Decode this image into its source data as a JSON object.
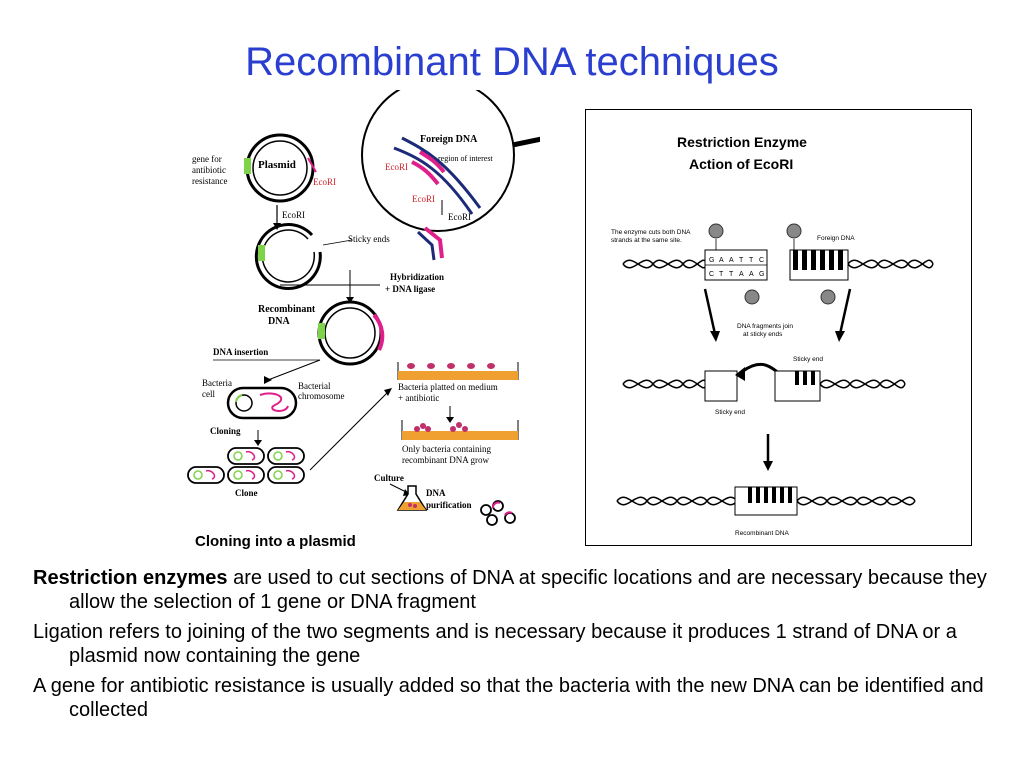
{
  "title": "Recombinant DNA techniques",
  "left_diagram": {
    "gene_label": [
      "gene for",
      "antibiotic",
      "resistance"
    ],
    "plasmid": "Plasmid",
    "ecori": "EcoRI",
    "foreign_dna": "Foreign DNA",
    "region_of_interest": "region of interest",
    "sticky_ends": "Sticky ends",
    "hybridization": [
      "Hybridization",
      "+ DNA ligase"
    ],
    "recombinant_dna": [
      "Recombinant",
      "DNA"
    ],
    "dna_insertion": "DNA insertion",
    "bacteria_cell": [
      "Bacteria",
      "cell"
    ],
    "bacterial_chromosome": [
      "Bacterial",
      "chromosome"
    ],
    "cloning": "Cloning",
    "clone": "Clone",
    "plated": [
      "Bacteria platted on medium",
      "+ antibiotic"
    ],
    "only_bacteria": [
      "Only bacteria containing",
      "recombinant DNA grow"
    ],
    "culture": "Culture",
    "dna_purification": [
      "DNA",
      "purification"
    ],
    "caption": "Cloning into a plasmid"
  },
  "right_diagram": {
    "title": [
      "Restriction Enzyme",
      "Action of EcoRI"
    ],
    "cuts_note": [
      "The enzyme cuts both DNA",
      "strands at the same site."
    ],
    "foreign_dna": "Foreign DNA",
    "fragments_join": [
      "DNA fragments join",
      "at sticky ends"
    ],
    "sticky_end": "Sticky end",
    "recombinant_dna": "Recombinant DNA",
    "bases_top": [
      "G",
      "A",
      "A",
      "T",
      "T",
      "C"
    ],
    "bases_bottom": [
      "C",
      "T",
      "T",
      "A",
      "A",
      "G"
    ]
  },
  "bullets": [
    {
      "bold": "Restriction enzymes",
      "text": " are used to cut sections of DNA at specific locations and are necessary because they allow the selection of 1 gene or DNA fragment"
    },
    {
      "bold": "",
      "text": "Ligation refers to joining of the two segments and is necessary because it produces 1 strand of DNA or  a plasmid now containing the gene"
    },
    {
      "bold": "",
      "text": "A gene for antibiotic resistance is usually added so that the bacteria with the new DNA can be identified and collected"
    }
  ],
  "colors": {
    "title": "#2a3fd0",
    "plasmid_gene": "#7fd34a",
    "foreign_dna": "#e0208a",
    "navy": "#1c2a78",
    "medium": "#f0a030"
  }
}
